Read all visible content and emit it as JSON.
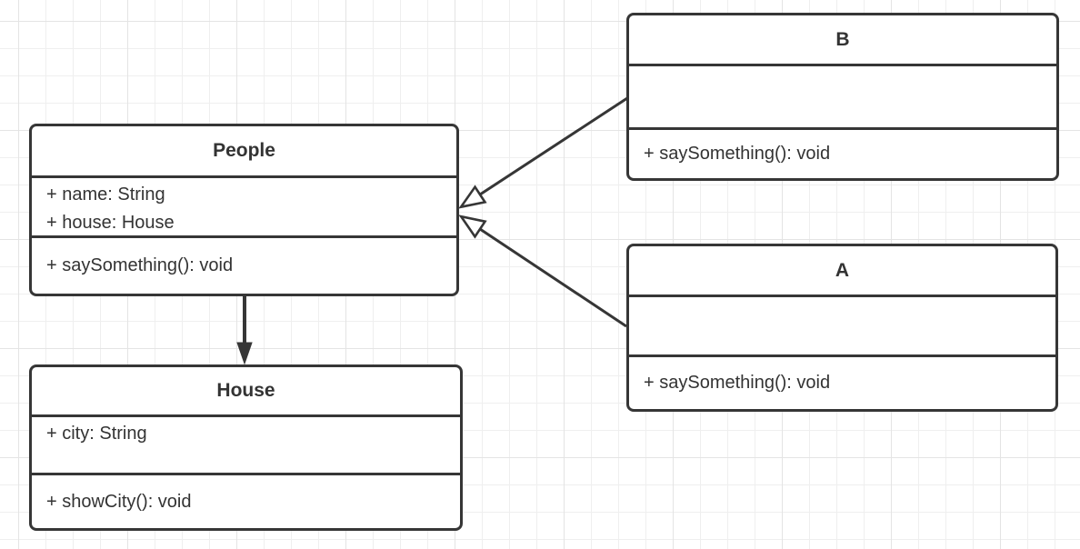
{
  "diagram_type": "uml-class-diagram",
  "classes": {
    "people": {
      "title": "People",
      "attributes": [
        "+ name: String",
        "+ house: House"
      ],
      "methods": [
        "+ saySomething(): void"
      ]
    },
    "b": {
      "title": "B",
      "attributes": [],
      "methods": [
        "+ saySomething(): void"
      ]
    },
    "a": {
      "title": "A",
      "attributes": [],
      "methods": [
        "+ saySomething(): void"
      ]
    },
    "house": {
      "title": "House",
      "attributes": [
        "+ city: String"
      ],
      "methods": [
        "+ showCity(): void"
      ]
    }
  },
  "relationships": [
    {
      "from": "B",
      "to": "People",
      "type": "inheritance",
      "arrowhead": "hollow-triangle"
    },
    {
      "from": "A",
      "to": "People",
      "type": "inheritance",
      "arrowhead": "hollow-triangle"
    },
    {
      "from": "People",
      "to": "House",
      "type": "directed-association",
      "arrowhead": "filled-triangle"
    }
  ],
  "colors": {
    "border": "#363636",
    "text": "#333333",
    "grid_minor": "#efefef",
    "grid_major": "#e4e4e4",
    "background": "#ffffff"
  }
}
